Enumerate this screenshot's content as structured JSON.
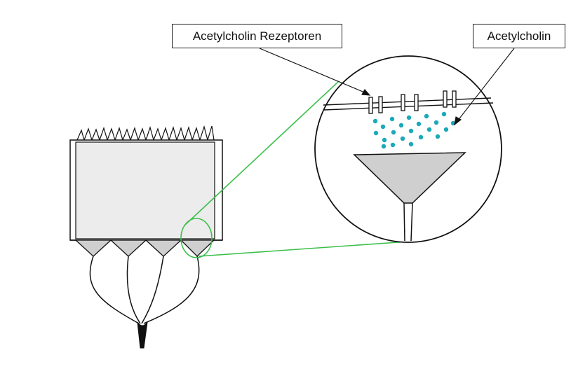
{
  "labels": {
    "receptors": "Acetylcholin Rezeptoren",
    "acetylcholine": "Acetylcholin"
  },
  "colors": {
    "ink": "#111111",
    "gray_fill": "#cfcfcf",
    "light_fill": "#eeeeee",
    "zoom_line": "#3cbf4a",
    "molecule": "#1aa9b8"
  },
  "icons": {
    "arrowhead": "arrow-head"
  }
}
